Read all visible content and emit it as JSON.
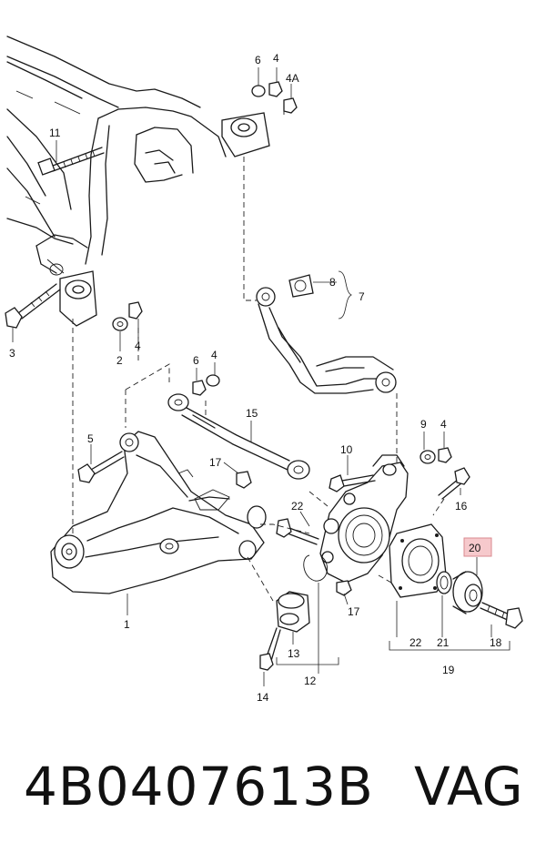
{
  "callouts": [
    {
      "id": "c6a",
      "text": "6"
    },
    {
      "id": "c4a",
      "text": "4"
    },
    {
      "id": "c4A",
      "text": "4A"
    },
    {
      "id": "c11",
      "text": "11"
    },
    {
      "id": "c3",
      "text": "3"
    },
    {
      "id": "c2",
      "text": "2"
    },
    {
      "id": "c4b",
      "text": "4"
    },
    {
      "id": "c8",
      "text": "8"
    },
    {
      "id": "c7",
      "text": "7"
    },
    {
      "id": "c6b",
      "text": "6"
    },
    {
      "id": "c4c",
      "text": "4"
    },
    {
      "id": "c15",
      "text": "15"
    },
    {
      "id": "c5",
      "text": "5"
    },
    {
      "id": "c17a",
      "text": "17"
    },
    {
      "id": "c10",
      "text": "10"
    },
    {
      "id": "c9",
      "text": "9"
    },
    {
      "id": "c4d",
      "text": "4"
    },
    {
      "id": "c16",
      "text": "16"
    },
    {
      "id": "c22a",
      "text": "22"
    },
    {
      "id": "c20",
      "text": "20"
    },
    {
      "id": "c1",
      "text": "1"
    },
    {
      "id": "c17b",
      "text": "17"
    },
    {
      "id": "c13",
      "text": "13"
    },
    {
      "id": "c12",
      "text": "12"
    },
    {
      "id": "c14",
      "text": "14"
    },
    {
      "id": "c22b",
      "text": "22"
    },
    {
      "id": "c21",
      "text": "21"
    },
    {
      "id": "c18",
      "text": "18"
    },
    {
      "id": "c19",
      "text": "19"
    }
  ],
  "highlight_color": "#f6c9cc",
  "highlight_border": "#d98a8f",
  "footer": {
    "part_number": "4B0407613B",
    "brand": "VAG"
  }
}
